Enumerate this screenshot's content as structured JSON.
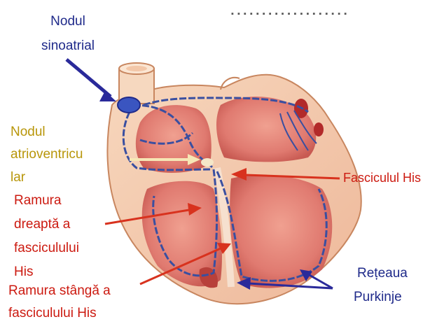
{
  "labels": {
    "sinoatrial_1": "Nodul",
    "sinoatrial_2": "sinoatrial",
    "av_1": "Nodul",
    "av_2": "atrioventricu",
    "av_3": "lar",
    "his": "Fasciculul His",
    "right_1": "Ramura",
    "right_2": "dreaptă a",
    "right_3": "fasciculului",
    "right_4": "His",
    "left_1": "Ramura stângă a",
    "left_2": "fasciculului His",
    "purkinje_1": "Rețeaua",
    "purkinje_2": "Purkinje"
  },
  "colors": {
    "label_blue": "#1f2a8a",
    "label_red": "#cc1a10",
    "label_gold": "#b8960a",
    "heart_outer": "#f2c6a6",
    "heart_muscle": "#e07a70",
    "heart_dark": "#c24a44",
    "conduction": "#3a4fa0",
    "arrow_red": "#d8321e",
    "arrow_blue": "#2a2a9a"
  }
}
